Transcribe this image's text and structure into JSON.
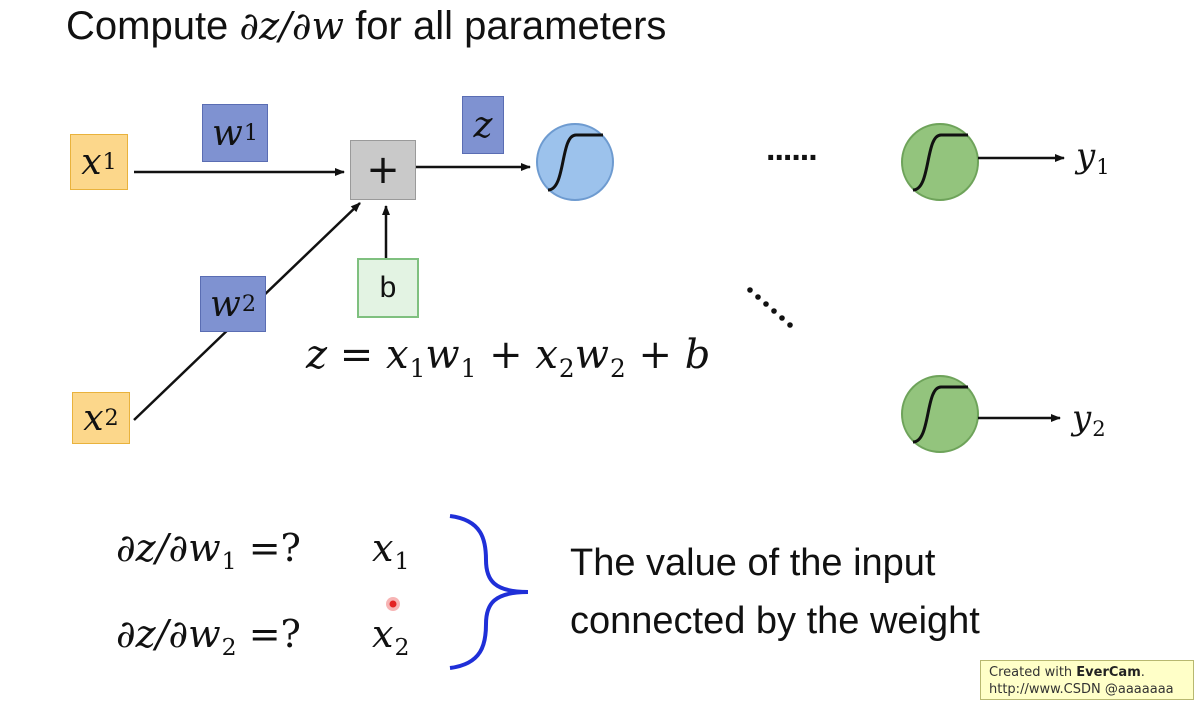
{
  "title": {
    "prefix": "Compute ",
    "math": "∂z/∂w",
    "suffix": " for all parameters"
  },
  "diagram": {
    "x1": {
      "base": "x",
      "sub": "1"
    },
    "x2": {
      "base": "x",
      "sub": "2"
    },
    "w1": {
      "base": "w",
      "sub": "1"
    },
    "w2": {
      "base": "w",
      "sub": "2"
    },
    "sum_symbol": "+",
    "bias": "b",
    "z": "z",
    "dots_horizontal": "......",
    "y1": {
      "base": "y",
      "sub": "1"
    },
    "y2": {
      "base": "y",
      "sub": "2"
    },
    "colors": {
      "input_fill": "#fcd78b",
      "weight_fill": "#7f92d1",
      "sum_fill": "#c9c9c9",
      "bias_fill": "#e3f3e3",
      "neuron_blue": "#9cc2ec",
      "neuron_green": "#93c47d",
      "brace": "#1f2fd8"
    }
  },
  "equation": {
    "lhs": "z = ",
    "t1": {
      "a": "x",
      "as": "1",
      "b": "w",
      "bs": "1"
    },
    "plus1": " + ",
    "t2": {
      "a": "x",
      "as": "2",
      "b": "w",
      "bs": "2"
    },
    "plus2": " + ",
    "t3": "b"
  },
  "derivatives": [
    {
      "lhs": "∂z/∂w",
      "sub": "1",
      "eq": " =? ",
      "ans": "x",
      "ans_sub": "1"
    },
    {
      "lhs": "∂z/∂w",
      "sub": "2",
      "eq": " =? ",
      "ans": "x",
      "ans_sub": "2"
    }
  ],
  "explanation": {
    "line1": "The value of the input",
    "line2": "connected by the weight"
  },
  "watermark": {
    "prefix": "Created with ",
    "brand": "EverCam",
    "suffix": ".",
    "url": "http://www.CSDN @aaaaaaa"
  }
}
